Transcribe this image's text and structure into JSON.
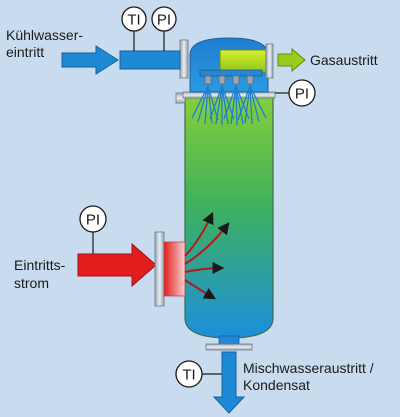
{
  "labels": {
    "cooling_water_line1": "Kühlwasser-",
    "cooling_water_line2": "eintritt",
    "gas_outlet": "Gasaustritt",
    "inlet_line1": "Eintritts-",
    "inlet_line2": "strom",
    "mixed_line1": "Mischwasseraustritt /",
    "mixed_line2": "Kondensat"
  },
  "instruments": {
    "ti_cooling": "TI",
    "pi_cooling": "PI",
    "pi_top": "PI",
    "pi_inlet": "PI",
    "ti_outlet": "TI"
  },
  "colors": {
    "background": "#c9dcef",
    "pipe_blue": "#1e8ad6",
    "vessel_top": "#7ccb3a",
    "vessel_bottom": "#1e90d8",
    "gas_arrow": "#9acc1e",
    "inlet_red": "#e11b1b"
  }
}
